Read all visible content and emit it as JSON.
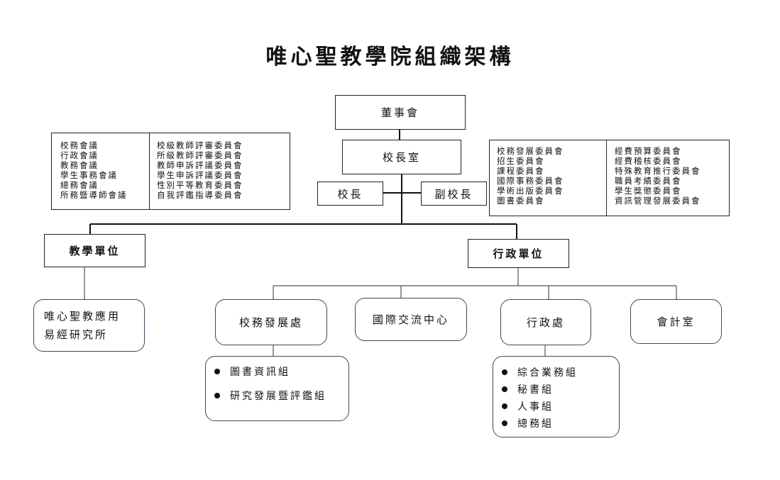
{
  "title": "唯心聖教學院組織架構",
  "board": "董事會",
  "president_office": "校長室",
  "president": "校長",
  "vice_president": "副校長",
  "left_councils": {
    "col1": [
      "校務會議",
      "行政會議",
      "教務會議",
      "學生事務會議",
      "總務會議",
      "所務暨導師會議"
    ],
    "col2": [
      "校級教師評審委員會",
      "所級教師評審委員會",
      "教師申訴評議委員會",
      "學生申訴評議委員會",
      "性別平等教育委員會",
      "自我評鑑指導委員會"
    ]
  },
  "right_committees": {
    "col1": [
      "校務發展委員會",
      "招生委員會",
      "課程委員會",
      "國際事務委員會",
      "學術出版委員會",
      "圖書委員會"
    ],
    "col2": [
      "經費預算委員會",
      "經費稽核委員會",
      "特殊教育推行委員會",
      "職員考績委員會",
      "學生獎懲委員會",
      "資訊管理發展委員會"
    ]
  },
  "teaching_unit": "教學單位",
  "admin_unit": "行政單位",
  "institute": "唯心聖教應用易經研究所",
  "departments": {
    "development": "校務發展處",
    "international": "國際交流中心",
    "administration": "行政處",
    "accounting": "會計室"
  },
  "development_groups": [
    "圖書資訊組",
    "研究發展暨評鑑組"
  ],
  "administration_groups": [
    "綜合業務組",
    "秘書組",
    "人事組",
    "總務組"
  ]
}
